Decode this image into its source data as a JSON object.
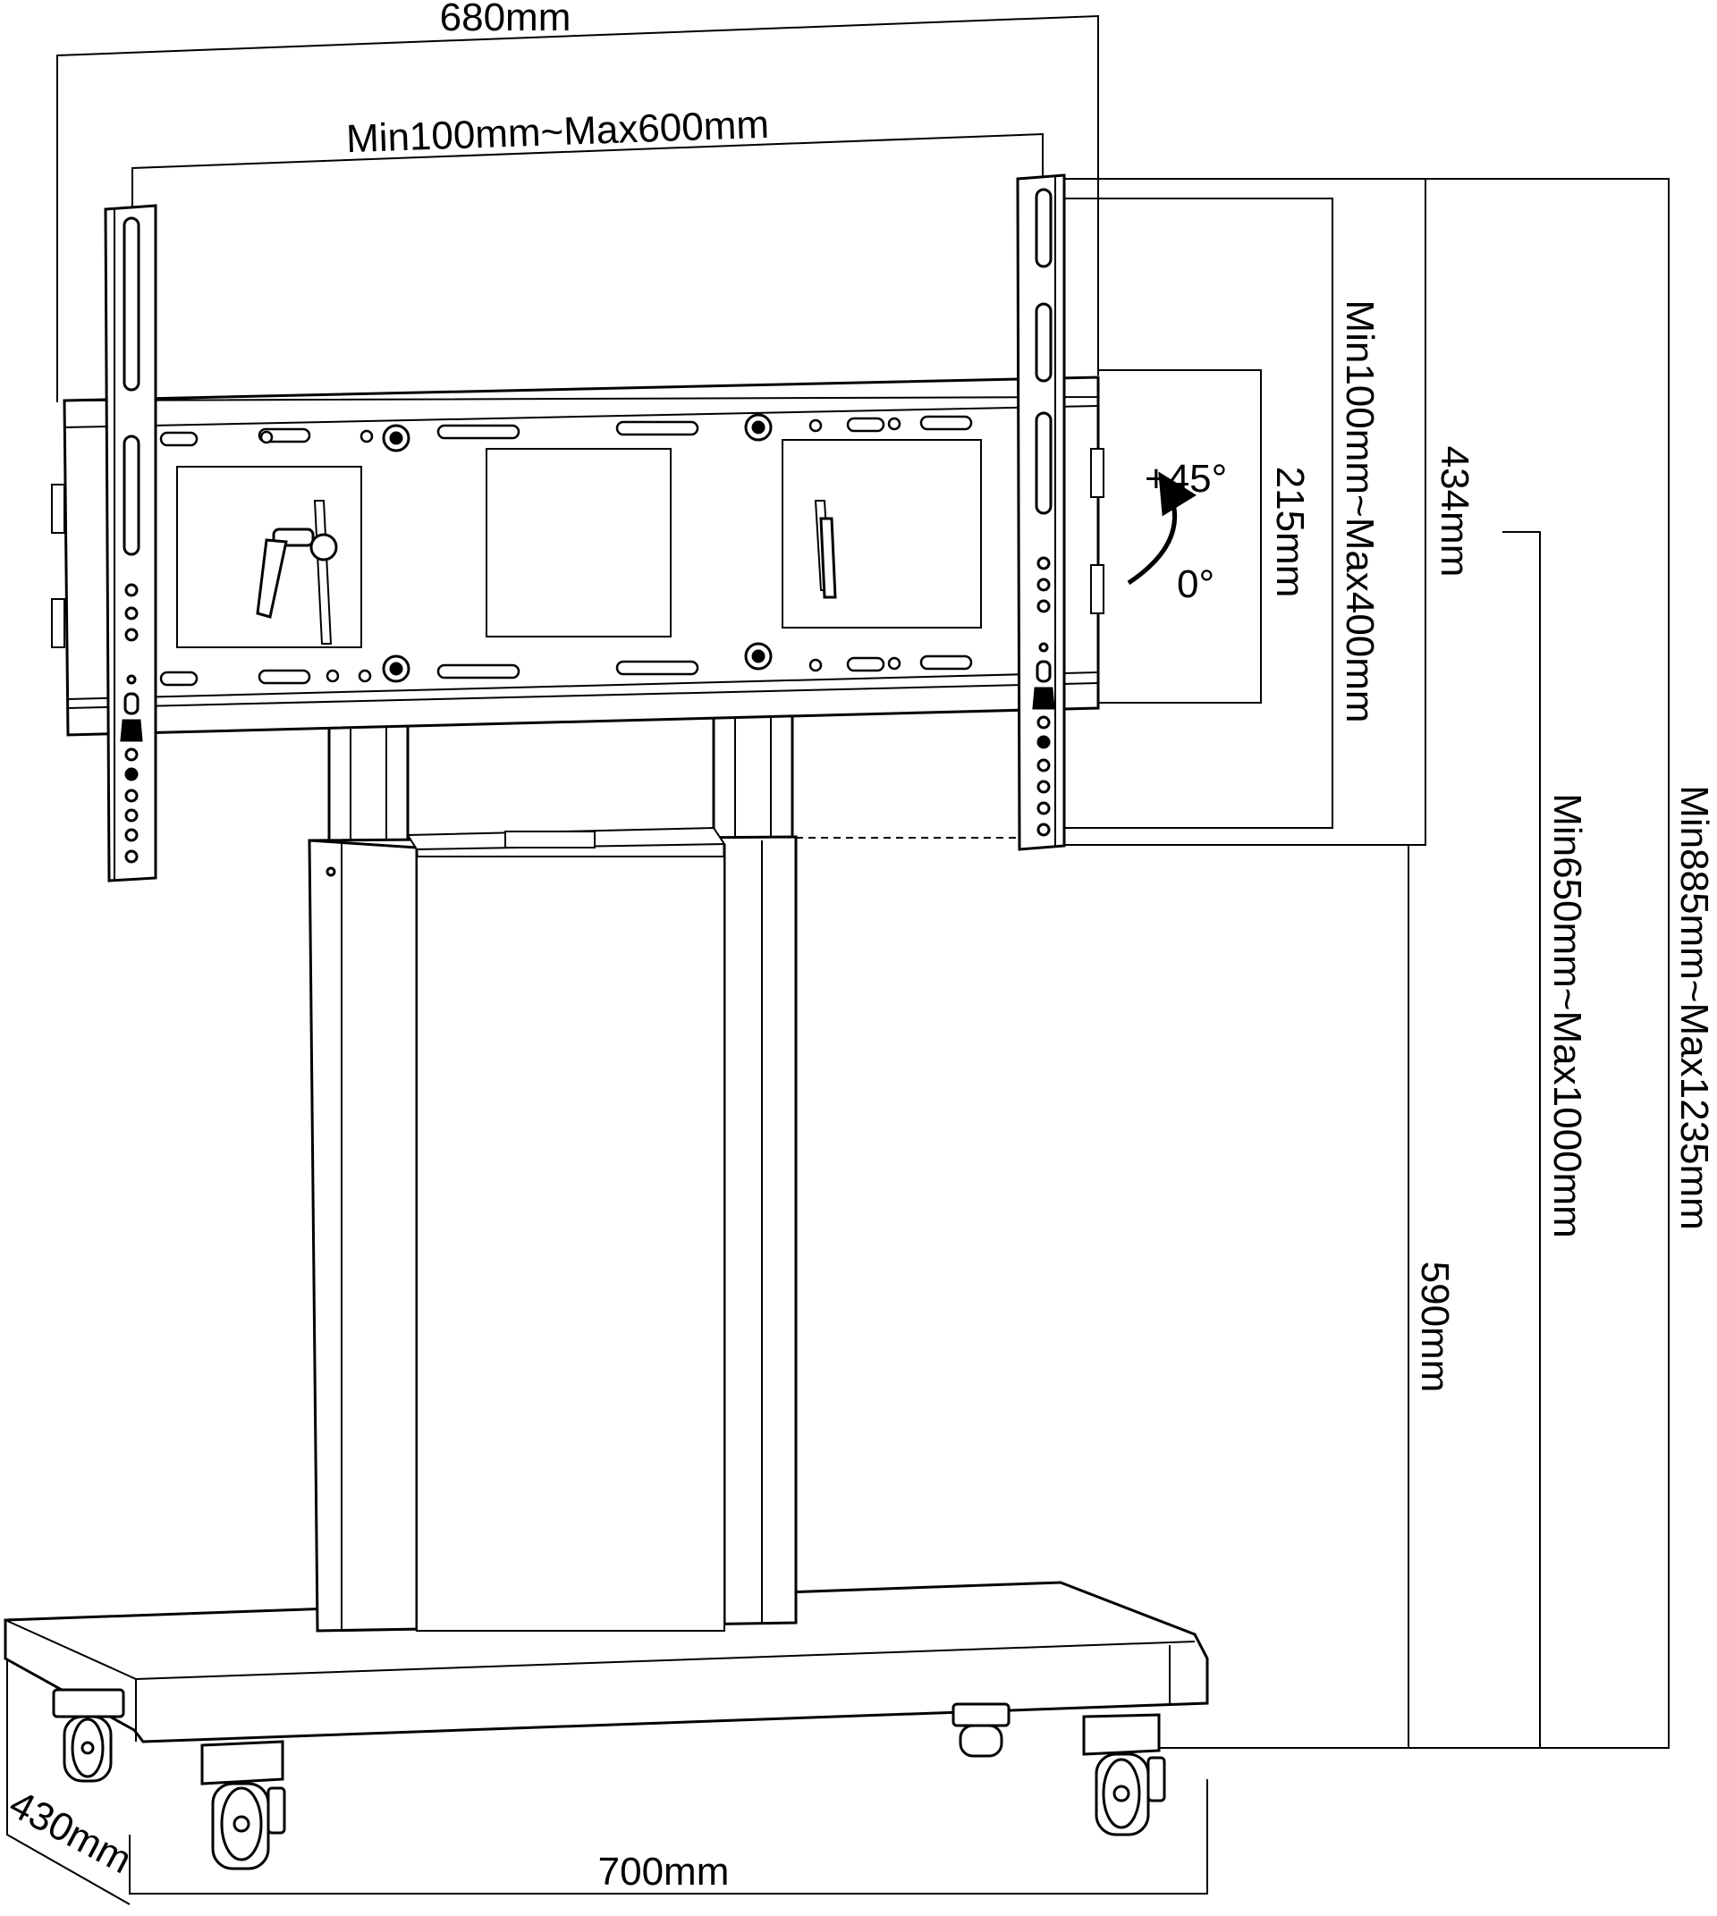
{
  "diagram": {
    "labels": {
      "overall_width_top": "680mm",
      "vesa_width": "Min100mm~Max600mm",
      "vesa_height": "Min100mm~Max400mm",
      "tilt_height": "215mm",
      "tilt_up": "+45°",
      "tilt_zero": "0°",
      "bracket_height": "434mm",
      "center_height": "Min650mm~Max1000mm",
      "top_height": "Min885mm~Max1235mm",
      "column_height": "590mm",
      "base_depth": "430mm",
      "base_width": "700mm"
    },
    "colors": {
      "line": "#000000",
      "fill": "#ffffff",
      "shade": "#e6e6e6"
    }
  }
}
